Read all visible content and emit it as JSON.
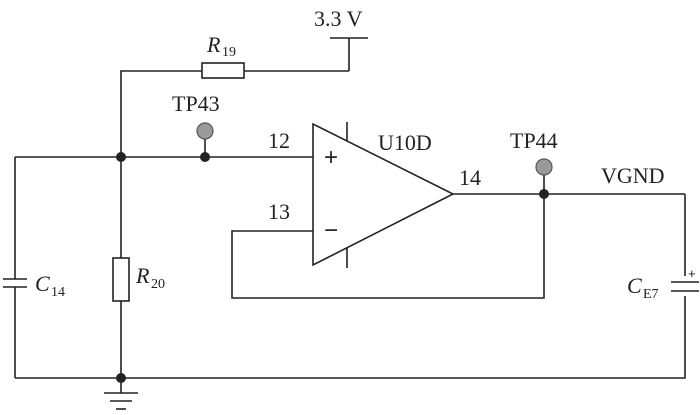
{
  "supply": {
    "label": "3.3 V"
  },
  "resistors": {
    "r19": {
      "letter": "R",
      "sub": "19"
    },
    "r20": {
      "letter": "R",
      "sub": "20"
    }
  },
  "capacitors": {
    "c14": {
      "letter": "C",
      "sub": "14"
    },
    "ce7": {
      "letter": "C",
      "sub": "E7",
      "polarity": "+"
    }
  },
  "test_points": {
    "tp43": "TP43",
    "tp44": "TP44"
  },
  "opamp": {
    "name": "U10D",
    "pin_noninv": "12",
    "pin_inv": "13",
    "pin_out": "14",
    "plus_sign": "+",
    "minus_sign": "−"
  },
  "net": {
    "vgnd": "VGND"
  },
  "colors": {
    "wire": "#222222",
    "test_point": "#9a9a9a"
  }
}
